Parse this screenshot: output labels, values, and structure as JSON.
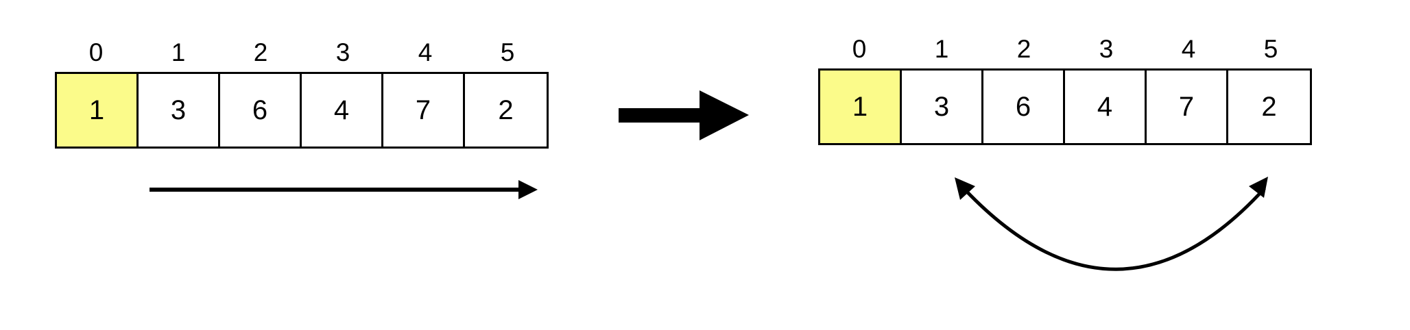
{
  "arrays": {
    "before": {
      "indices": [
        "0",
        "1",
        "2",
        "3",
        "4",
        "5"
      ],
      "values": [
        "1",
        "3",
        "6",
        "4",
        "7",
        "2"
      ],
      "highlighted_index": 0
    },
    "after": {
      "indices": [
        "0",
        "1",
        "2",
        "3",
        "4",
        "5"
      ],
      "values": [
        "1",
        "3",
        "6",
        "4",
        "7",
        "2"
      ],
      "highlighted_index": 0
    }
  },
  "colors": {
    "highlight": "#fbfb8a",
    "stroke": "#000000",
    "background": "#ffffff"
  }
}
